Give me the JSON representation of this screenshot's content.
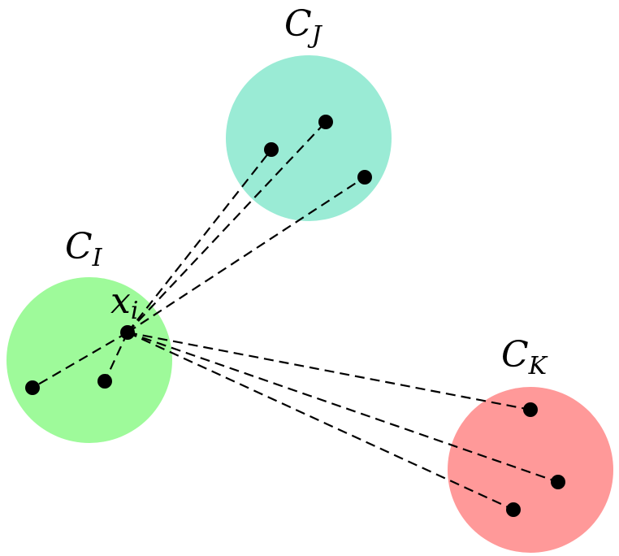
{
  "clusters": [
    {
      "id": "I",
      "label_main": "C",
      "label_sub": "I",
      "color": "#9efa9a"
    },
    {
      "id": "J",
      "label_main": "C",
      "label_sub": "J",
      "color": "#9aebd5"
    },
    {
      "id": "K",
      "label_main": "C",
      "label_sub": "K",
      "color": "#ff9999"
    }
  ],
  "focal_point": {
    "label_main": "x",
    "label_sub": "i",
    "cluster": "I"
  },
  "colors": {
    "point": "#000000",
    "edge": "#000000"
  }
}
